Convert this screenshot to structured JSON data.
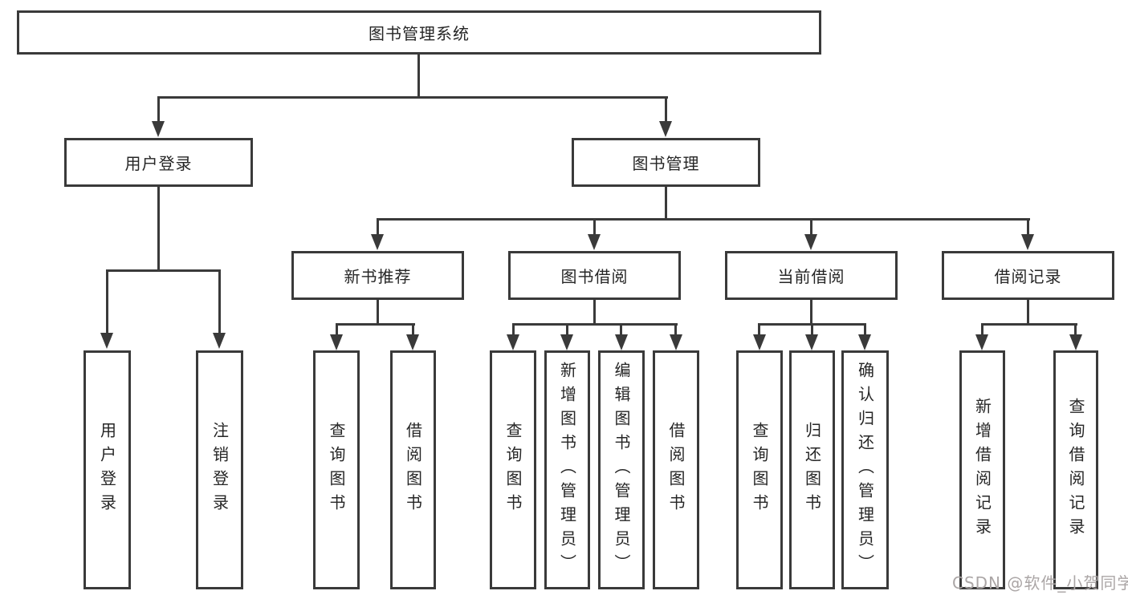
{
  "diagram": {
    "root": {
      "label": "图书管理系统"
    },
    "level2": [
      {
        "id": "user-login",
        "label": "用户登录"
      },
      {
        "id": "book-management",
        "label": "图书管理"
      }
    ],
    "level3": [
      {
        "id": "new-book-recommend",
        "label": "新书推荐"
      },
      {
        "id": "book-borrow",
        "label": "图书借阅"
      },
      {
        "id": "current-borrow",
        "label": "当前借阅"
      },
      {
        "id": "borrow-records",
        "label": "借阅记录"
      }
    ],
    "leaves": {
      "user_login": [
        {
          "label": "用户登录"
        },
        {
          "label": "注销登录"
        }
      ],
      "new_book": [
        {
          "label": "查询图书"
        },
        {
          "label": "借阅图书"
        }
      ],
      "book_borrow": [
        {
          "label": "查询图书"
        },
        {
          "label": "新增图书（管理员）"
        },
        {
          "label": "编辑图书（管理员）"
        },
        {
          "label": "借阅图书"
        }
      ],
      "current_borrow": [
        {
          "label": "查询图书"
        },
        {
          "label": "归还图书"
        },
        {
          "label": "确认归还（管理员）"
        }
      ],
      "borrow_records": [
        {
          "label": "新增借阅记录"
        },
        {
          "label": "查询借阅记录"
        }
      ]
    }
  },
  "watermark": {
    "text": "CSDN @软件_小贺同学"
  },
  "colors": {
    "line": "#3a3a3a",
    "text": "#262626",
    "background": "#ffffff",
    "watermark": "#aba6a6"
  }
}
